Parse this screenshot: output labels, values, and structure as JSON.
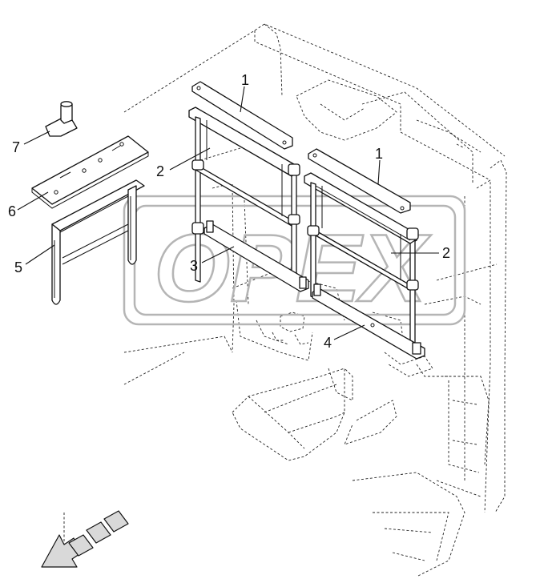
{
  "diagram": {
    "watermark": "OPEX",
    "callouts": [
      {
        "id": "1a",
        "label": "1"
      },
      {
        "id": "1b",
        "label": "1"
      },
      {
        "id": "2a",
        "label": "2"
      },
      {
        "id": "2b",
        "label": "2"
      },
      {
        "id": "3",
        "label": "3"
      },
      {
        "id": "4",
        "label": "4"
      },
      {
        "id": "5",
        "label": "5"
      },
      {
        "id": "6",
        "label": "6"
      },
      {
        "id": "7",
        "label": "7"
      }
    ],
    "colors": {
      "line": "#111111",
      "watermark": "#b5b5b5",
      "arrow_fill": "#d9d9d9"
    },
    "icons": [
      "view-direction-arrow-icon"
    ]
  }
}
